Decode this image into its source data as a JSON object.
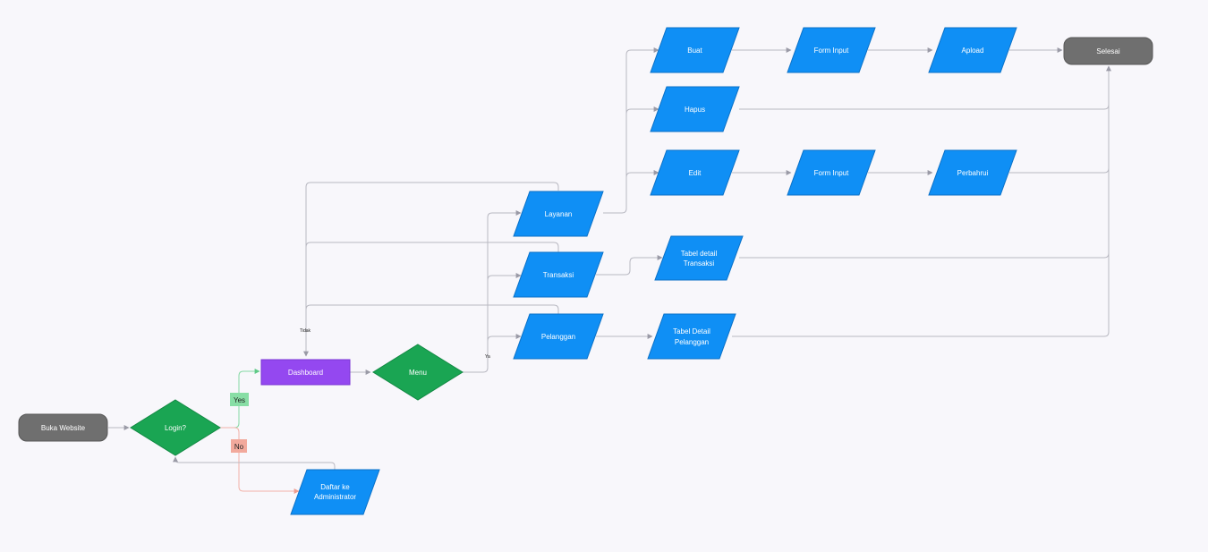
{
  "nodes": {
    "start": "Buka Website",
    "login": "Login?",
    "dashboard": "Dashboard",
    "menu": "Menu",
    "register_1": "Daftar ke",
    "register_2": "Administrator",
    "layanan": "Layanan",
    "transaksi": "Transaksi",
    "pelanggan": "Pelanggan",
    "buat": "Buat",
    "hapus": "Hapus",
    "edit": "Edit",
    "form_input_1": "Form Input",
    "form_input_2": "Form Input",
    "apload": "Apload",
    "perbahrui": "Perbahrui",
    "tabel_transaksi_1": "Tabel detail",
    "tabel_transaksi_2": "Transaksi",
    "tabel_pelanggan_1": "Tabel Detail",
    "tabel_pelanggan_2": "Pelanggan",
    "end": "Selesai"
  },
  "edge_labels": {
    "yes": "Yes",
    "no": "No",
    "ya": "Ya",
    "tidak": "Tidak"
  },
  "colors": {
    "background": "#f8f7fb",
    "terminal": "#6f6f6f",
    "decision": "#1aa553",
    "process": "#9448f0",
    "io": "#0f8ff5",
    "yes_tag": "#88dea5",
    "no_tag": "#f2a99c"
  }
}
